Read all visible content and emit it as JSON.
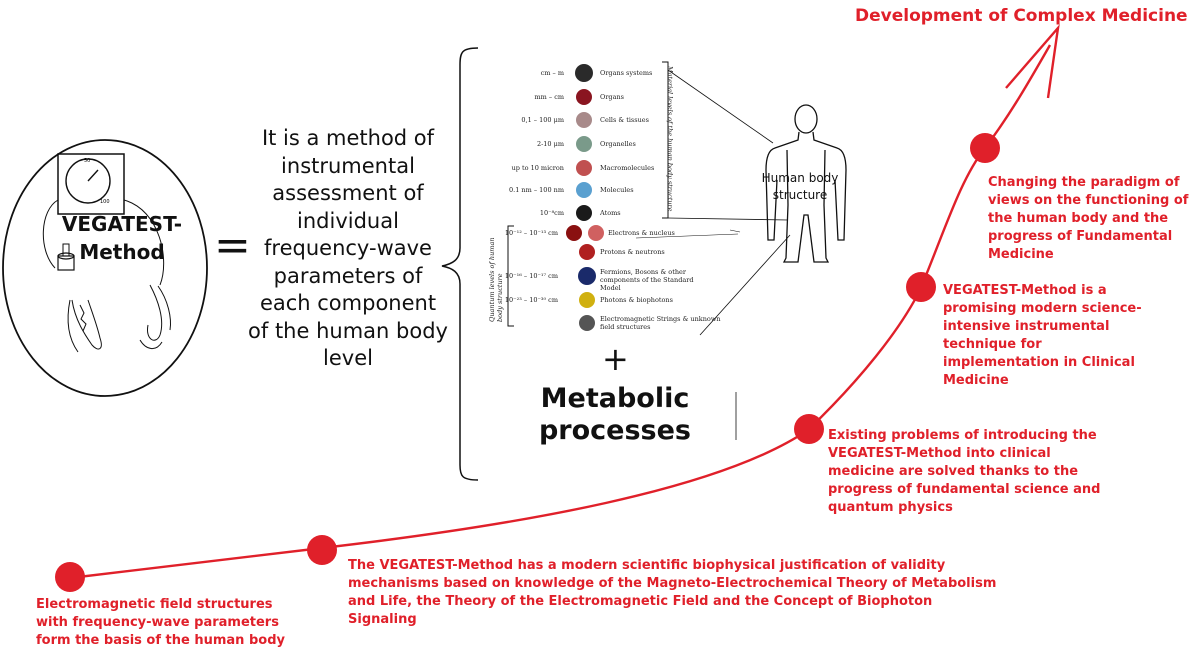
{
  "title": "Development of Complex Medicine",
  "vegatest_label": "VEGATEST-\nMethod",
  "equals": "=",
  "method_text": "It is a method of instrumental assessment of individual frequency-wave parameters of each component of the human body level",
  "levels_material_label": "Material levels of the human body structure",
  "levels_quantum_label": "Quantum levels of human body structure",
  "material_levels": [
    {
      "range": "cm – m",
      "name": "Organs systems"
    },
    {
      "range": "mm – cm",
      "name": "Organs"
    },
    {
      "range": "0,1 – 100 μm",
      "name": "Cells & tissues"
    },
    {
      "range": "2-10 μm",
      "name": "Organelles"
    },
    {
      "range": "up to 10 micron",
      "name": "Macromolecules"
    },
    {
      "range": "0.1 nm – 100 nm",
      "name": "Molecules"
    },
    {
      "range": "10⁻⁸cm",
      "name": "Atoms"
    }
  ],
  "quantum_levels": [
    {
      "range": "10⁻¹² – 10⁻¹³ cm",
      "name": "Electrons & nucleus"
    },
    {
      "range": "",
      "name": "Protons & neutrons"
    },
    {
      "range": "10⁻¹⁶ – 10⁻¹⁷ cm",
      "name": "Fermions, Bosons & other components of the Standard Model"
    },
    {
      "range": "10⁻²³ – 10⁻³⁰ cm",
      "name": "Photons & biophotons"
    },
    {
      "range": "",
      "name": "Electromagnetic Strings & unknown field structures"
    }
  ],
  "plus": "+",
  "metabolic": "Metabolic processes",
  "human_label": "Human body structure",
  "accent_color": "#e0202a",
  "milestones": [
    {
      "text": "Electromagnetic field structures with frequency-wave parameters form the basis of the human body"
    },
    {
      "text": "The VEGATEST-Method has a modern scientific biophysical justification of validity mechanisms based on knowledge of the Magneto-Electrochemical Theory of Metabolism and Life, the Theory of the Electromagnetic Field and the Concept of Biophoton Signaling"
    },
    {
      "text": "Existing problems of introducing the VEGATEST-Method into clinical medicine are solved thanks to the progress of fundamental science and quantum physics"
    },
    {
      "text": "VEGATEST-Method is a promising modern science-intensive instrumental technique for implementation in Clinical Medicine"
    },
    {
      "text": "Changing the paradigm of views on the functioning of the human body and the progress of Fundamental Medicine"
    }
  ]
}
